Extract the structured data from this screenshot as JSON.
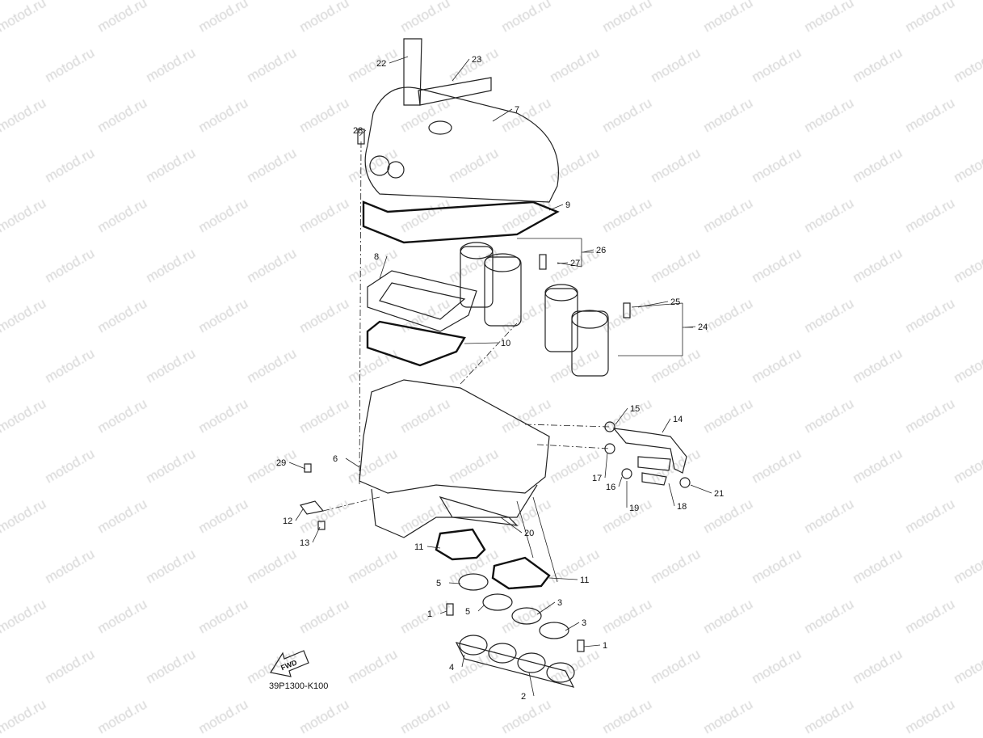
{
  "watermark": "motod.ru",
  "diagram_code": "39P1300-K100",
  "fwd_label": "FWD",
  "callouts": [
    "22",
    "23",
    "7",
    "28",
    "9",
    "26",
    "27",
    "8",
    "25",
    "24",
    "10",
    "15",
    "14",
    "6",
    "29",
    "17",
    "16",
    "19",
    "18",
    "21",
    "12",
    "13",
    "20",
    "11",
    "11",
    "5",
    "5",
    "3",
    "3",
    "1",
    "1",
    "4",
    "2"
  ]
}
